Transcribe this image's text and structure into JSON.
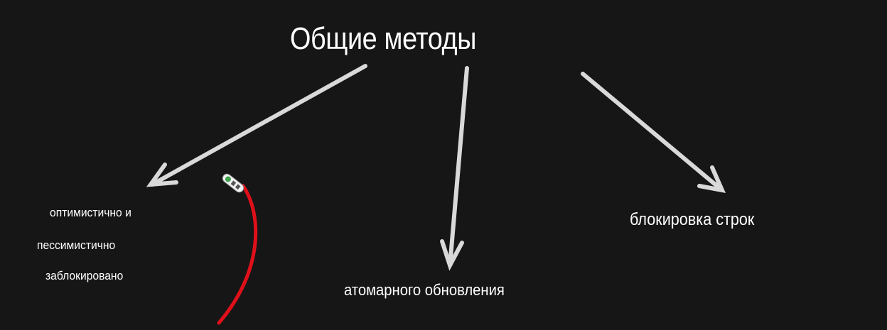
{
  "title": "Общие методы",
  "branches": {
    "left": {
      "lines": [
        "оптимистично и",
        "пессимистично",
        "заблокировано"
      ]
    },
    "center": {
      "label": "атомарного обновления"
    },
    "right": {
      "label": "блокировка строк"
    }
  },
  "colors": {
    "background": "#161616",
    "arrow": "#d9d9d9",
    "pointer": "#e0101a",
    "text": "#ffffff"
  }
}
